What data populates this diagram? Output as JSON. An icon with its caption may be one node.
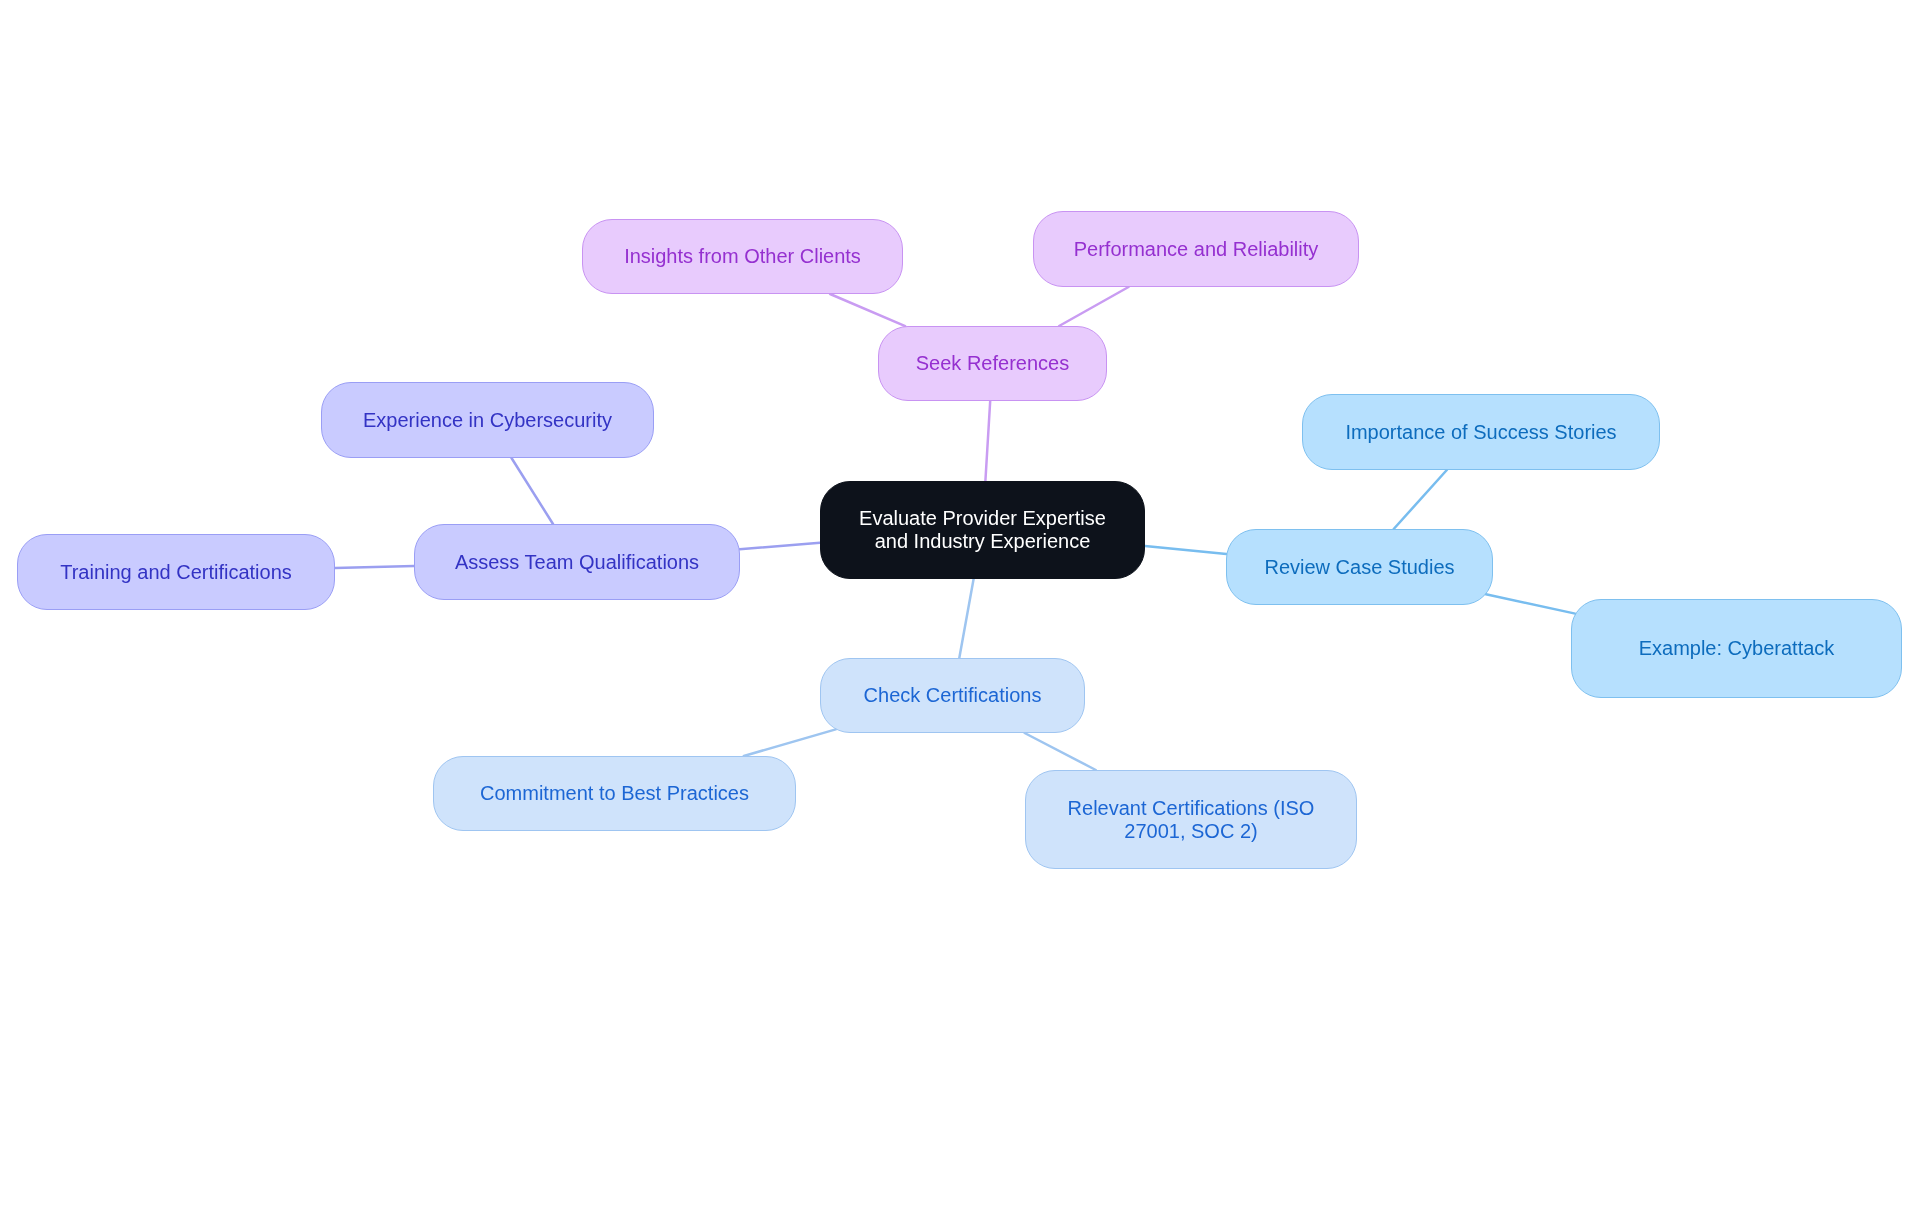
{
  "diagram": {
    "nodes": [
      {
        "text": [
          "Evaluate Provider Expertise and Industry Experience"
        ]
      },
      {
        "text": [
          "Seek References"
        ]
      },
      {
        "text": [
          "Insights from Other Clients"
        ]
      },
      {
        "text": [
          "Performance and Reliability"
        ]
      },
      {
        "text": [
          "Assess Team Qualifications"
        ]
      },
      {
        "text": [
          "Experience in Cybersecurity"
        ]
      },
      {
        "text": [
          "Training and Certifications"
        ]
      },
      {
        "text": [
          "Review Case Studies"
        ]
      },
      {
        "text": [
          "Importance of Success Stories"
        ]
      },
      {
        "text": [
          "Example: Cyberattack"
        ]
      },
      {
        "text": [
          "Check Certifications"
        ]
      },
      {
        "text": [
          "Commitment to Best Practices"
        ]
      },
      {
        "text": [
          "Relevant Certifications (ISO 27001, SOC 2)"
        ]
      }
    ],
    "edges": [
      {
        "from": 0,
        "to": 1,
        "arrow": "none",
        "color": "#c99cf2"
      },
      {
        "from": 1,
        "to": 2,
        "arrow": "none",
        "color": "#c99cf2"
      },
      {
        "from": 1,
        "to": 3,
        "arrow": "none",
        "color": "#c99cf2"
      },
      {
        "from": 0,
        "to": 4,
        "arrow": "none",
        "color": "#9b9ff0"
      },
      {
        "from": 4,
        "to": 5,
        "arrow": "none",
        "color": "#9b9ff0"
      },
      {
        "from": 4,
        "to": 6,
        "arrow": "none",
        "color": "#9b9ff0"
      },
      {
        "from": 0,
        "to": 7,
        "arrow": "none",
        "color": "#78bdef"
      },
      {
        "from": 7,
        "to": 8,
        "arrow": "none",
        "color": "#78bdef"
      },
      {
        "from": 7,
        "to": 9,
        "arrow": "none",
        "color": "#78bdef"
      },
      {
        "from": 0,
        "to": 10,
        "arrow": "none",
        "color": "#9ec5f0"
      },
      {
        "from": 10,
        "to": 11,
        "arrow": "none",
        "color": "#9ec5f0"
      },
      {
        "from": 10,
        "to": 12,
        "arrow": "none",
        "color": "#9ec5f0"
      }
    ]
  }
}
